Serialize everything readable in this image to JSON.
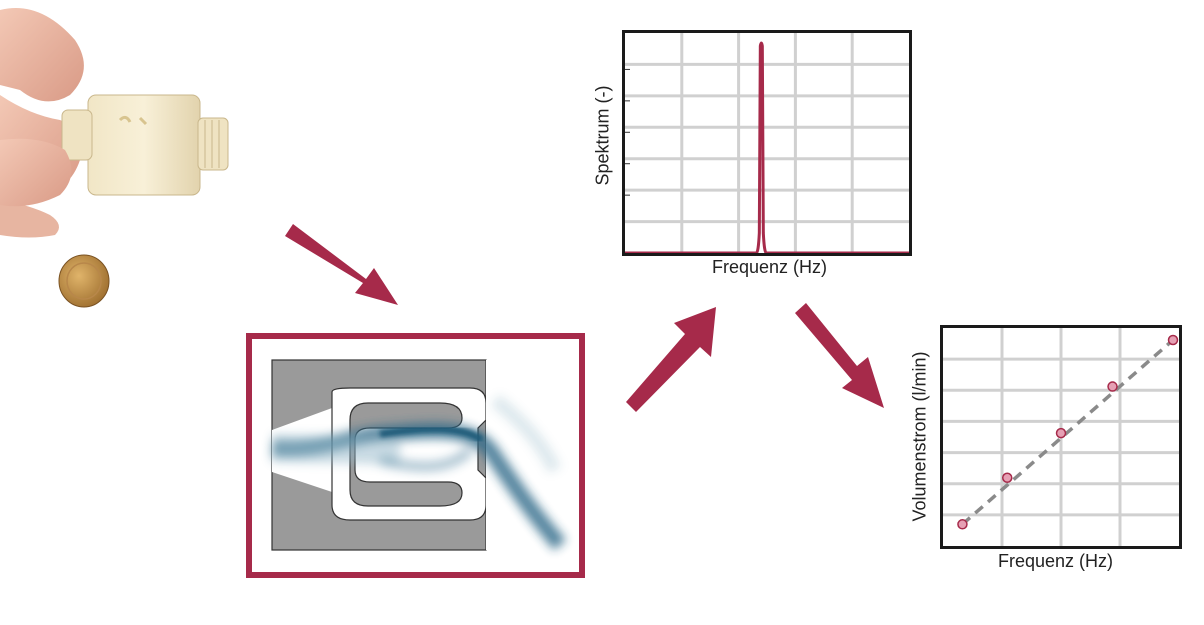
{
  "diagram": {
    "accent_color": "#a62a4a",
    "flow_color": "#2e6a88",
    "grid_color": "#d0d0d0",
    "elements": {
      "photo": "hand holding 3D-printed fluidic oscillator part with coin",
      "simulation": "oscillator flow simulation",
      "arrows": [
        "arrow-photo-to-simulation",
        "arrow-simulation-to-spectrum",
        "arrow-spectrum-to-calibration"
      ]
    }
  },
  "chart_data": [
    {
      "type": "line",
      "xlabel": "Frequenz (Hz)",
      "ylabel": "Spektrum (-)",
      "title": "",
      "grid": true,
      "peak_position_fraction": 0.48
    },
    {
      "type": "scatter",
      "xlabel": "Frequenz (Hz)",
      "ylabel": "Volumenstrom (l/min)",
      "title": "",
      "grid": true,
      "points_fraction": [
        [
          0.06,
          0.05
        ],
        [
          0.26,
          0.29
        ],
        [
          0.5,
          0.52
        ],
        [
          0.73,
          0.76
        ],
        [
          1.0,
          1.0
        ]
      ],
      "trend": "linear dashed"
    }
  ]
}
